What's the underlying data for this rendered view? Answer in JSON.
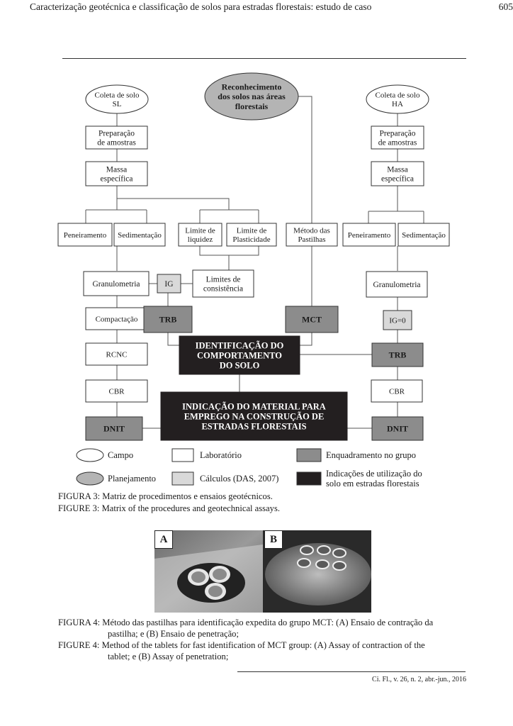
{
  "header": {
    "title": "Caracterização geotécnica e classificação de solos para estradas florestais: estudo de caso",
    "page": "605"
  },
  "figure3": {
    "ellipses": {
      "coleta_sl": [
        "Coleta de solo",
        "SL"
      ],
      "reconhecimento": [
        "Reconhecimento",
        "dos solos nas áreas",
        "florestais"
      ],
      "coleta_ha": [
        "Coleta de solo",
        "HA"
      ]
    },
    "boxes": {
      "prep_sl": [
        "Preparação",
        "de amostras"
      ],
      "massa_sl": [
        "Massa",
        "específica"
      ],
      "peneiramento_sl": [
        "Peneiramento"
      ],
      "sedimentacao_sl": [
        "Sedimentação"
      ],
      "limite_liquidez": [
        "Limite de",
        "liquidez"
      ],
      "limite_plasticidade": [
        "Limite de",
        "Plasticidade"
      ],
      "metodo_pastilhas": [
        "Método das",
        "Pastilhas"
      ],
      "prep_ha": [
        "Preparação",
        "de amostras"
      ],
      "massa_ha": [
        "Massa",
        "específica"
      ],
      "peneiramento_ha": [
        "Peneiramento"
      ],
      "sedimentacao_ha": [
        "Sedimentação"
      ],
      "granulometria_sl": [
        "Granulometria"
      ],
      "ig": [
        "IG"
      ],
      "limites_consistencia": [
        "Limites de",
        "consistência"
      ],
      "granulometria_ha": [
        "Granulometria"
      ],
      "compactacao": [
        "Compactação"
      ],
      "trb_sl": [
        "TRB"
      ],
      "mct": [
        "MCT"
      ],
      "ig0": [
        "IG=0"
      ],
      "identificacao": [
        "IDENTIFICAÇÃO DO",
        "COMPORTAMENTO",
        "DO SOLO"
      ],
      "trb_ha": [
        "TRB"
      ],
      "rcnc": [
        "RCNC"
      ],
      "cbr_sl": [
        "CBR"
      ],
      "cbr_ha": [
        "CBR"
      ],
      "indicacao": [
        "INDICAÇÃO DO MATERIAL PARA",
        "EMPREGO NA CONSTRUÇÃO DE",
        "ESTRADAS FLORESTAIS"
      ],
      "dnit_sl": [
        "DNIT"
      ],
      "dnit_ha": [
        "DNIT"
      ]
    },
    "legend": {
      "campo": "Campo",
      "laboratorio": "Laboratório",
      "enquadramento": "Enquadramento no grupo",
      "planejamento": "Planejamento",
      "calculos": "Cálculos (DAS, 2007)",
      "indicacoes": [
        "Indicações de utilização do",
        "solo em estradas florestais"
      ]
    },
    "caption_pt": "FIGURA 3: Matriz de procedimentos e ensaios geotécnicos.",
    "caption_en": "FIGURE 3: Matrix of the procedures and geotechnical assays."
  },
  "figure4": {
    "panel_a": "A",
    "panel_b": "B",
    "caption_pt_1": "FIGURA 4: Método das pastilhas para identificação expedita do grupo MCT: (A) Ensaio de contração da",
    "caption_pt_2": "pastilha; e (B) Ensaio de penetração;",
    "caption_en_1": "FIGURE 4: Method of the tablets for fast identification of MCT group: (A) Assay of contraction of the",
    "caption_en_2": "tablet; e (B) Assay of penetration;"
  },
  "footer": "Ci. Fl., v. 26, n. 2, abr.-jun., 2016",
  "colors": {
    "gray_box": "#8c8c8c",
    "light_box": "#d9d9d9",
    "dark_box": "#231f20",
    "planning": "#b4b4b4"
  }
}
